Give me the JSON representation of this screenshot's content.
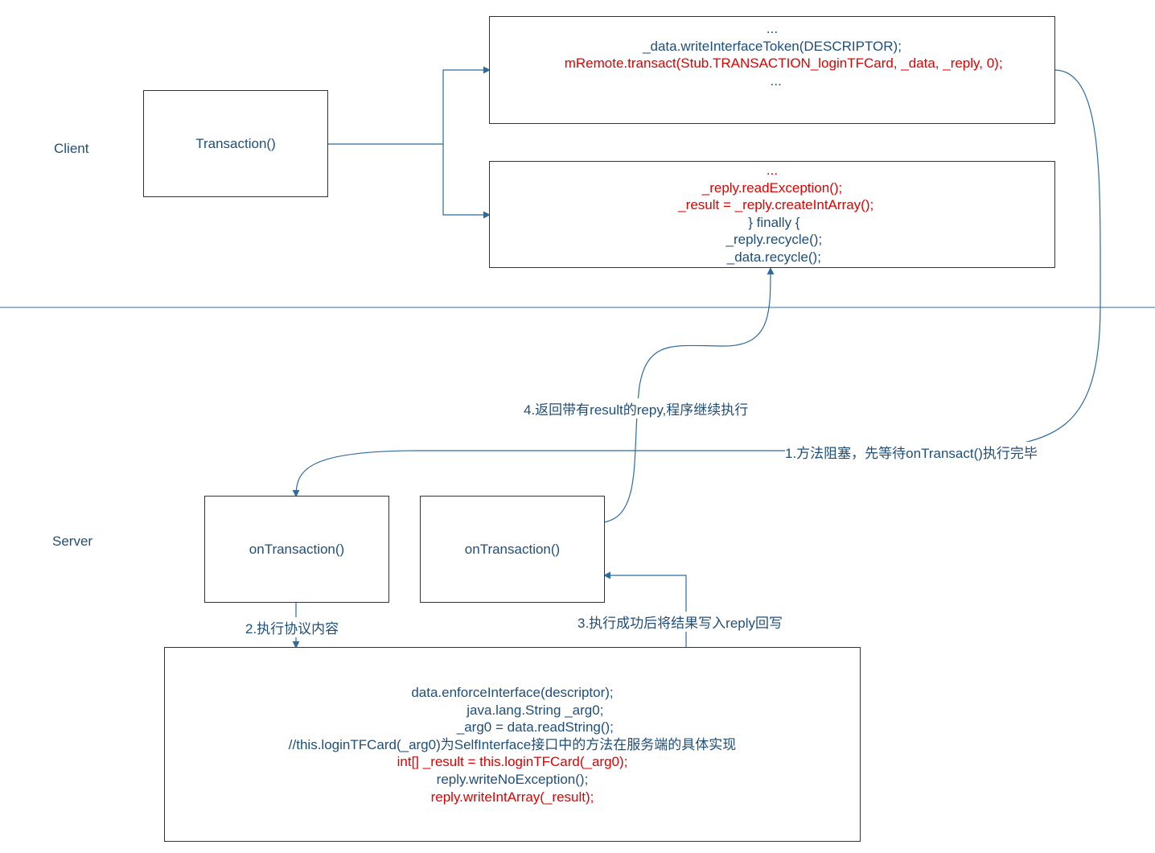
{
  "labels": {
    "client": "Client",
    "server": "Server"
  },
  "boxes": {
    "transaction": "Transaction()",
    "on_transaction_1": "onTransaction()",
    "on_transaction_2": "onTransaction()"
  },
  "client_send": [
    {
      "text": "...",
      "color": "blue"
    },
    {
      "text": "_data.writeInterfaceToken(DESCRIPTOR);",
      "color": "blue"
    },
    {
      "text": "      mRemote.transact(Stub.TRANSACTION_loginTFCard, _data, _reply, 0);",
      "color": "red"
    },
    {
      "text": "  ...",
      "color": "blue"
    }
  ],
  "client_reply": [
    {
      "text": "...",
      "color": "red"
    },
    {
      "text": "_reply.readException();",
      "color": "red"
    },
    {
      "text": "  _result = _reply.createIntArray();",
      "color": "red"
    },
    {
      "text": " } finally {",
      "color": "blue"
    },
    {
      "text": " _reply.recycle();",
      "color": "blue"
    },
    {
      "text": " _data.recycle();",
      "color": "blue"
    }
  ],
  "server_code": [
    {
      "text": "data.enforceInterface(descriptor);",
      "color": "blue"
    },
    {
      "text": "            java.lang.String _arg0;",
      "color": "blue"
    },
    {
      "text": "            _arg0 = data.readString();",
      "color": "blue"
    },
    {
      "text": "//this.loginTFCard(_arg0)为SelfInterface接口中的方法在服务端的具体实现",
      "color": "blue"
    },
    {
      "text": "int[] _result = this.loginTFCard(_arg0);",
      "color": "red"
    },
    {
      "text": "reply.writeNoException();",
      "color": "blue"
    },
    {
      "text": "reply.writeIntArray(_result);",
      "color": "red"
    }
  ],
  "steps": {
    "step1": "1.方法阻塞，先等待onTransact()执行完毕",
    "step2": "2.执行协议内容",
    "step3": "3.执行成功后将结果写入reply回写",
    "step4": "4.返回带有result的repy,程序继续执行"
  },
  "colors": {
    "line": "#2e6b9e",
    "text": "#1f4e79",
    "highlight": "#e00000",
    "border": "#333333"
  }
}
